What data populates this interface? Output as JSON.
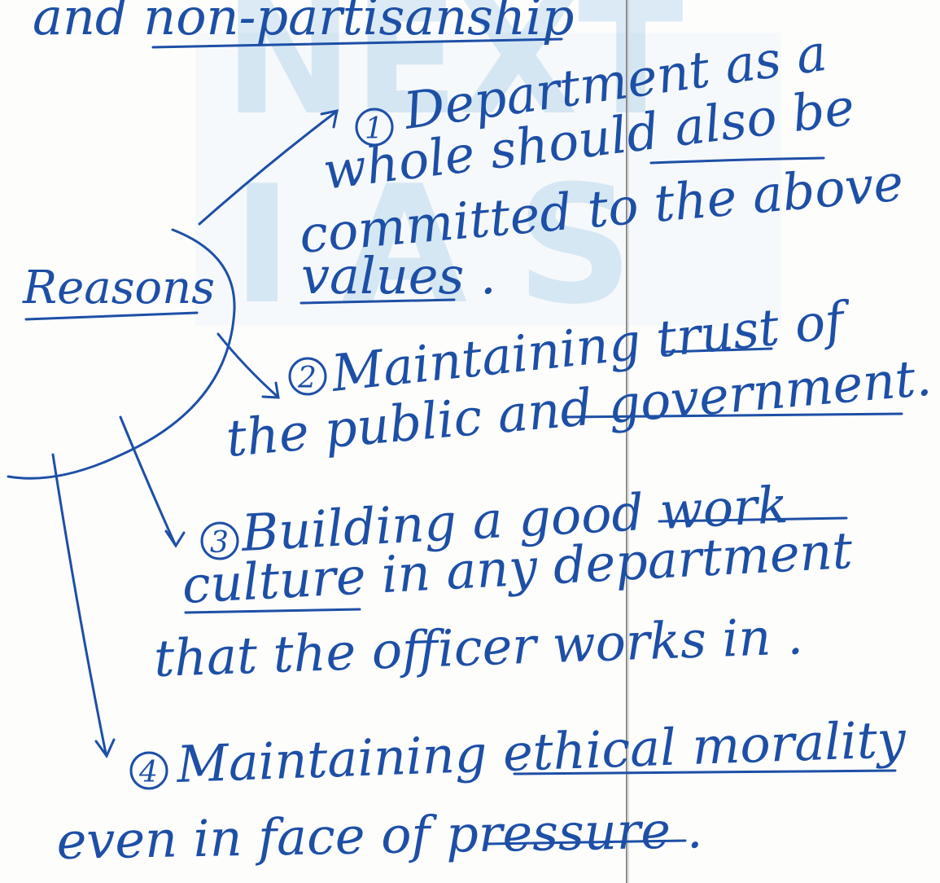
{
  "watermark": {
    "line1": "NEXT",
    "line2": "IAS",
    "color": "#2f8cd0"
  },
  "ink_color": "#1d4fa6",
  "notes": {
    "top_line": "and non-partisanship",
    "hub_label": "Reasons",
    "reasons": [
      {
        "number": "1",
        "lines": [
          "Department as a",
          "whole should also be",
          "committed to the above",
          "values ."
        ]
      },
      {
        "number": "2",
        "lines": [
          "Maintaining trust of",
          "the public and government."
        ]
      },
      {
        "number": "3",
        "lines": [
          "Building a good work",
          "culture in any department",
          "that the officer works in ."
        ]
      },
      {
        "number": "4",
        "lines": [
          "Maintaining ethical morality",
          "even in face of pressure ."
        ]
      }
    ]
  }
}
